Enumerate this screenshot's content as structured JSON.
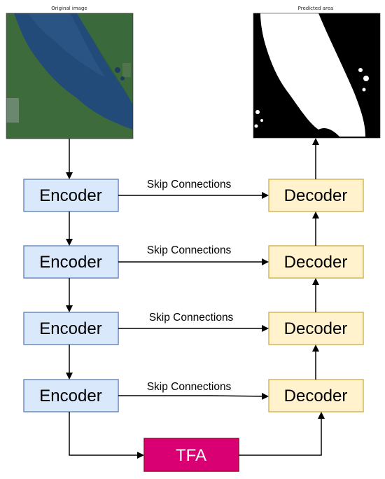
{
  "images": {
    "original_title": "Original image",
    "predicted_title": "Predicted area"
  },
  "encoders": [
    {
      "label": "Encoder"
    },
    {
      "label": "Encoder"
    },
    {
      "label": "Encoder"
    },
    {
      "label": "Encoder"
    }
  ],
  "decoders": [
    {
      "label": "Decoder"
    },
    {
      "label": "Decoder"
    },
    {
      "label": "Decoder"
    },
    {
      "label": "Decoder"
    }
  ],
  "skips": [
    {
      "label": "Skip Connections"
    },
    {
      "label": "Skip Connections"
    },
    {
      "label": "Skip Connections"
    },
    {
      "label": "Skip Connections"
    }
  ],
  "bottleneck": {
    "label": "TFA"
  },
  "colors": {
    "encoder_fill": "#dae8fc",
    "encoder_stroke": "#6c8ebf",
    "decoder_fill": "#fff2cc",
    "decoder_stroke": "#d6b656",
    "tfa_fill": "#d80073",
    "tfa_stroke": "#a50040",
    "tfa_text": "#ffffff",
    "arrow": "#000000"
  }
}
